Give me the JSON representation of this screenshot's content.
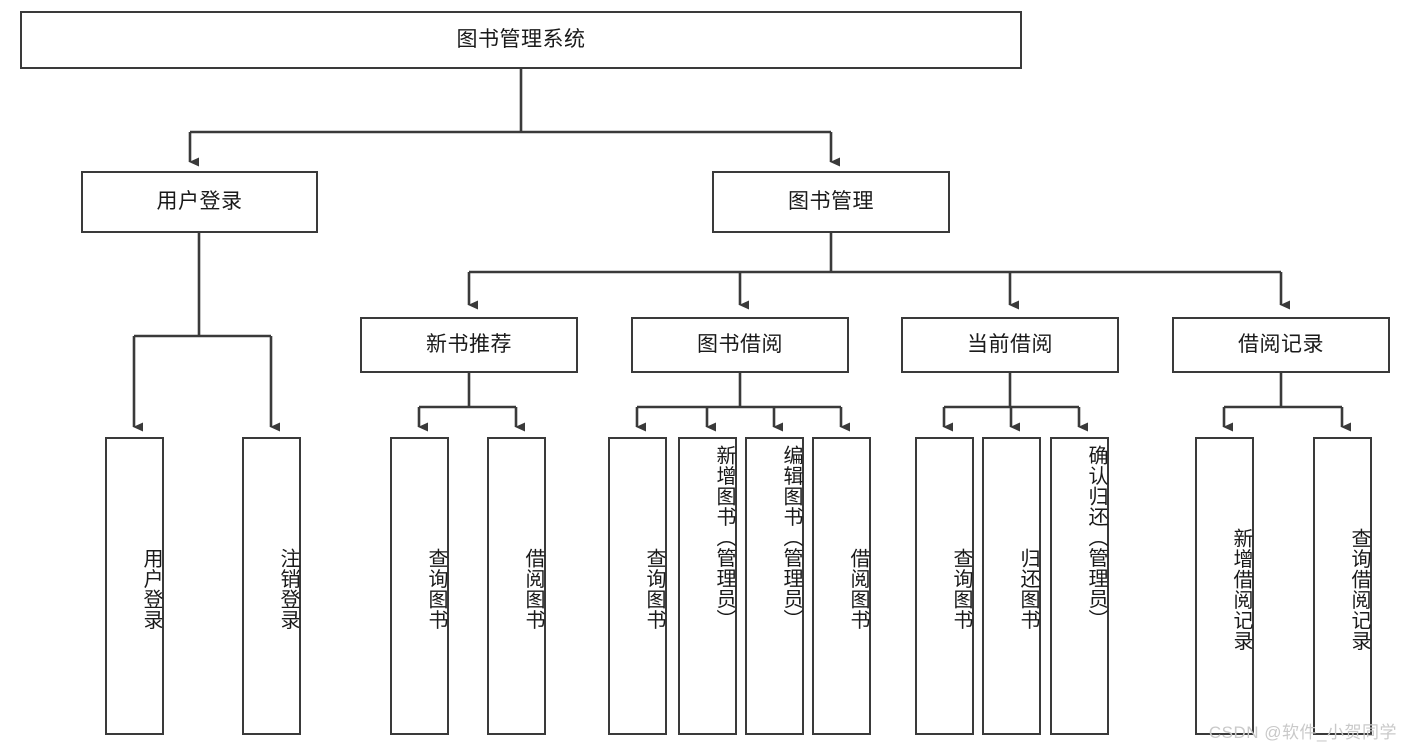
{
  "diagram": {
    "title": "图书管理系统",
    "type": "tree-hierarchy",
    "root": {
      "label": "图书管理系统"
    },
    "level2": [
      {
        "label": "用户登录"
      },
      {
        "label": "图书管理"
      }
    ],
    "level3": [
      {
        "label": "新书推荐"
      },
      {
        "label": "图书借阅"
      },
      {
        "label": "当前借阅"
      },
      {
        "label": "借阅记录"
      }
    ],
    "leaves": {
      "user_login": [
        {
          "label": "用户登录"
        },
        {
          "label": "注销登录"
        }
      ],
      "new_book_recommend": [
        {
          "label": "查询图书"
        },
        {
          "label": "借阅图书"
        }
      ],
      "book_borrow": [
        {
          "label": "查询图书"
        },
        {
          "label": "新增图书（管理员）"
        },
        {
          "label": "编辑图书（管理员）"
        },
        {
          "label": "借阅图书"
        }
      ],
      "current_borrow": [
        {
          "label": "查询图书"
        },
        {
          "label": "归还图书"
        },
        {
          "label": "确认归还（管理员）"
        }
      ],
      "borrow_records": [
        {
          "label": "新增借阅记录"
        },
        {
          "label": "查询借阅记录"
        }
      ]
    }
  },
  "watermark": {
    "text": "CSDN @软件_小贺同学"
  },
  "colors": {
    "stroke": "#3a3a3a",
    "fill": "#ffffff",
    "text": "#1a1a1a",
    "watermark": "#c9c9c9"
  }
}
